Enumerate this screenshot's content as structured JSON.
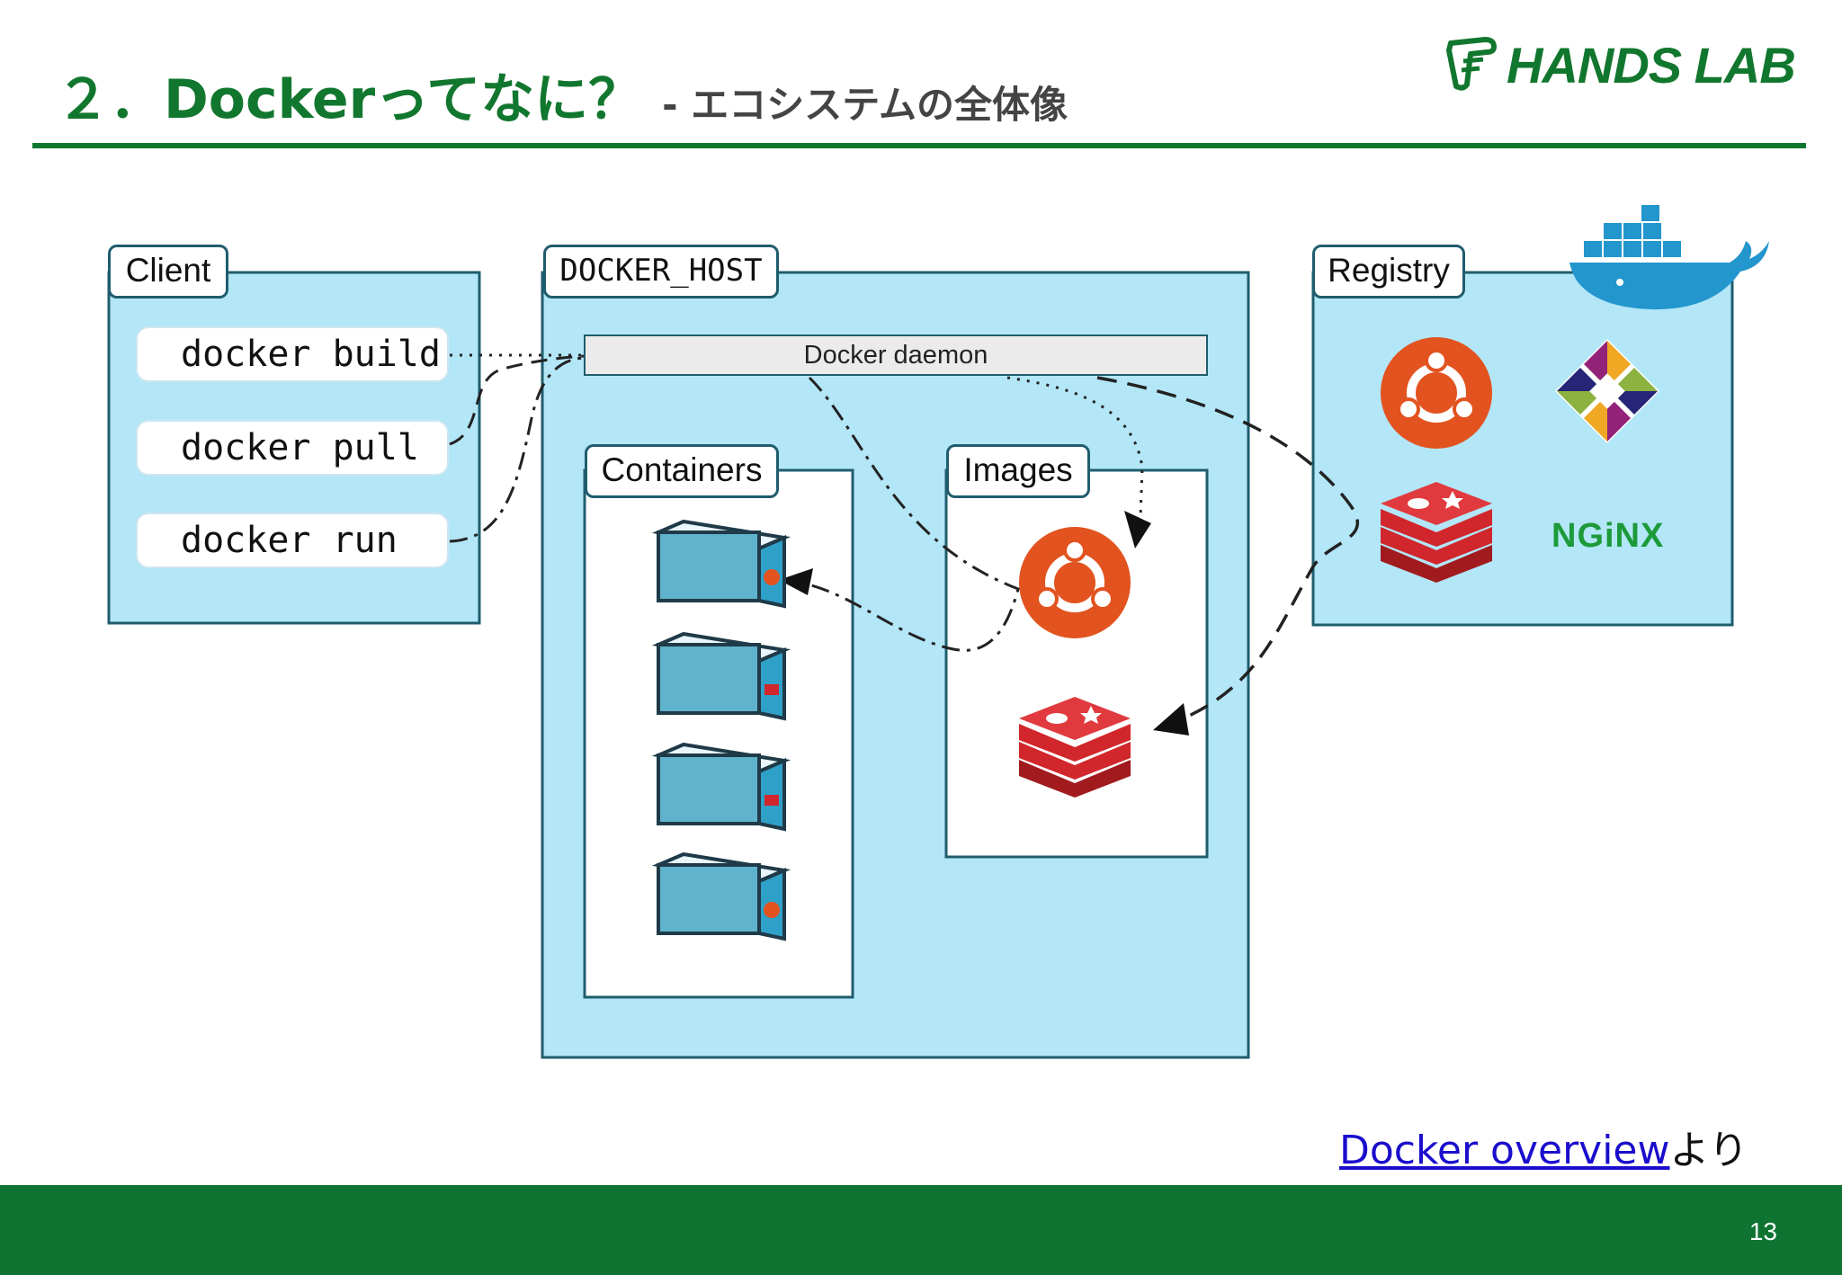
{
  "header": {
    "title": "２．Dockerってなに？",
    "subtitle": "- エコシステムの全体像",
    "logo_text": "HANDS LAB"
  },
  "diagram": {
    "client": {
      "label": "Client",
      "commands": [
        "docker build",
        "docker pull",
        "docker run"
      ]
    },
    "docker_host": {
      "label": "DOCKER_HOST",
      "daemon_label": "Docker daemon",
      "containers_label": "Containers",
      "images_label": "Images"
    },
    "registry": {
      "label": "Registry",
      "nginx_label": "NGiNX"
    }
  },
  "source": {
    "link_text": "Docker overview",
    "suffix": "より"
  },
  "footer": {
    "page_number": "13"
  },
  "colors": {
    "brand_green": "#12772e",
    "footer_green": "#0f7432",
    "panel_blue": "#b3e6f7",
    "panel_border": "#1f5d6e",
    "ubuntu_orange": "#e2531f",
    "redis_red": "#d1262b"
  }
}
